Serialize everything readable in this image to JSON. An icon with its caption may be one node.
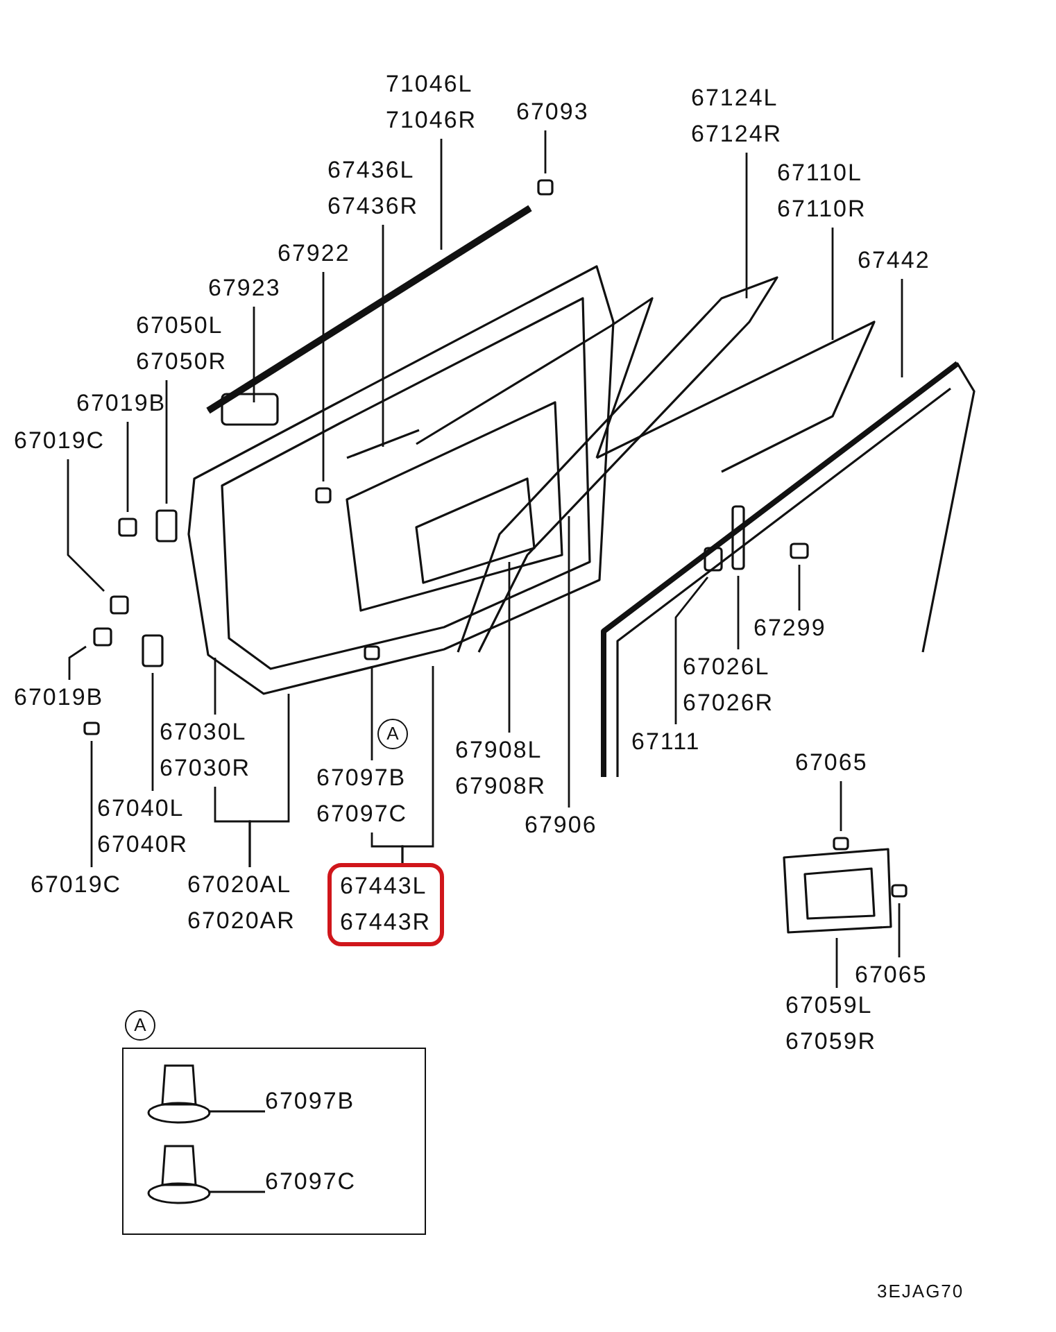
{
  "diagram": {
    "nodes": [
      {
        "text": [
          "71046L",
          "71046R"
        ]
      },
      {
        "text": [
          "67093"
        ]
      },
      {
        "text": [
          "67124L",
          "67124R"
        ]
      },
      {
        "text": [
          "67110L",
          "67110R"
        ]
      },
      {
        "text": [
          "67436L",
          "67436R"
        ]
      },
      {
        "text": [
          "67922"
        ]
      },
      {
        "text": [
          "67442"
        ]
      },
      {
        "text": [
          "67923"
        ]
      },
      {
        "text": [
          "67050L",
          "67050R"
        ]
      },
      {
        "text": [
          "67019B"
        ]
      },
      {
        "text": [
          "67019C"
        ]
      },
      {
        "text": [
          "67019B"
        ]
      },
      {
        "text": [
          "67030L",
          "67030R"
        ]
      },
      {
        "text": [
          "67040L",
          "67040R"
        ]
      },
      {
        "text": [
          "67019C"
        ]
      },
      {
        "text": [
          "67020AL",
          "67020AR"
        ]
      },
      {
        "text": [
          "A"
        ]
      },
      {
        "text": [
          "67097B",
          "67097C"
        ]
      },
      {
        "text": [
          "67443L",
          "67443R"
        ]
      },
      {
        "text": [
          "67908L",
          "67908R"
        ]
      },
      {
        "text": [
          "67906"
        ]
      },
      {
        "text": [
          "67111"
        ]
      },
      {
        "text": [
          "67026L",
          "67026R"
        ]
      },
      {
        "text": [
          "67299"
        ]
      },
      {
        "text": [
          "67065"
        ]
      },
      {
        "text": [
          "67065"
        ]
      },
      {
        "text": [
          "67059L",
          "67059R"
        ]
      },
      {
        "text": [
          "A"
        ]
      },
      {
        "text": [],
        "shape": "box"
      },
      {
        "text": [
          "67097B"
        ],
        "in": 28
      },
      {
        "text": [
          "67097C"
        ],
        "in": 28
      }
    ],
    "edges": [
      {
        "from": 0,
        "to": null,
        "arrow": "none"
      },
      {
        "from": 1,
        "to": null,
        "arrow": "none"
      },
      {
        "from": 2,
        "to": null,
        "arrow": "none"
      },
      {
        "from": 3,
        "to": null,
        "arrow": "none"
      },
      {
        "from": 4,
        "to": null,
        "arrow": "none"
      },
      {
        "from": 5,
        "to": null,
        "arrow": "none"
      },
      {
        "from": 6,
        "to": null,
        "arrow": "none"
      },
      {
        "from": 7,
        "to": null,
        "arrow": "none"
      },
      {
        "from": 8,
        "to": null,
        "arrow": "none"
      },
      {
        "from": 9,
        "to": null,
        "arrow": "none"
      },
      {
        "from": 10,
        "to": null,
        "arrow": "none"
      },
      {
        "from": 11,
        "to": null,
        "arrow": "none"
      },
      {
        "from": 12,
        "to": null,
        "arrow": "none"
      },
      {
        "from": 13,
        "to": null,
        "arrow": "none"
      },
      {
        "from": 14,
        "to": null,
        "arrow": "none"
      },
      {
        "from": 15,
        "to": null,
        "arrow": "none"
      },
      {
        "from": 12,
        "to": 15,
        "arrow": "none"
      },
      {
        "from": 17,
        "to": null,
        "arrow": "none"
      },
      {
        "from": 17,
        "to": 18,
        "arrow": "none"
      },
      {
        "from": 18,
        "to": null,
        "arrow": "none"
      },
      {
        "from": 19,
        "to": null,
        "arrow": "none"
      },
      {
        "from": 20,
        "to": null,
        "arrow": "none"
      },
      {
        "from": 21,
        "to": null,
        "arrow": "none"
      },
      {
        "from": 22,
        "to": null,
        "arrow": "none"
      },
      {
        "from": 23,
        "to": null,
        "arrow": "none"
      },
      {
        "from": 24,
        "to": null,
        "arrow": "none"
      },
      {
        "from": 25,
        "to": null,
        "arrow": "none"
      },
      {
        "from": 26,
        "to": null,
        "arrow": "none"
      },
      {
        "from": 29,
        "to": null,
        "arrow": "none"
      },
      {
        "from": 30,
        "to": null,
        "arrow": "none"
      }
    ],
    "labels": [
      "3EJAG70"
    ]
  }
}
